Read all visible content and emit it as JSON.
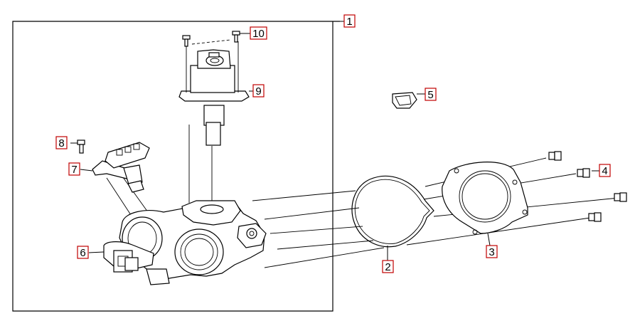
{
  "callouts": [
    {
      "id": "c1",
      "label": "1"
    },
    {
      "id": "c2",
      "label": "2"
    },
    {
      "id": "c3",
      "label": "3"
    },
    {
      "id": "c4",
      "label": "4"
    },
    {
      "id": "c5",
      "label": "5"
    },
    {
      "id": "c6",
      "label": "6"
    },
    {
      "id": "c7",
      "label": "7"
    },
    {
      "id": "c8",
      "label": "8"
    },
    {
      "id": "c9",
      "label": "9"
    },
    {
      "id": "c10",
      "label": "10"
    }
  ],
  "colors": {
    "callout_border": "#c00000",
    "line": "#000000",
    "background": "#ffffff"
  }
}
